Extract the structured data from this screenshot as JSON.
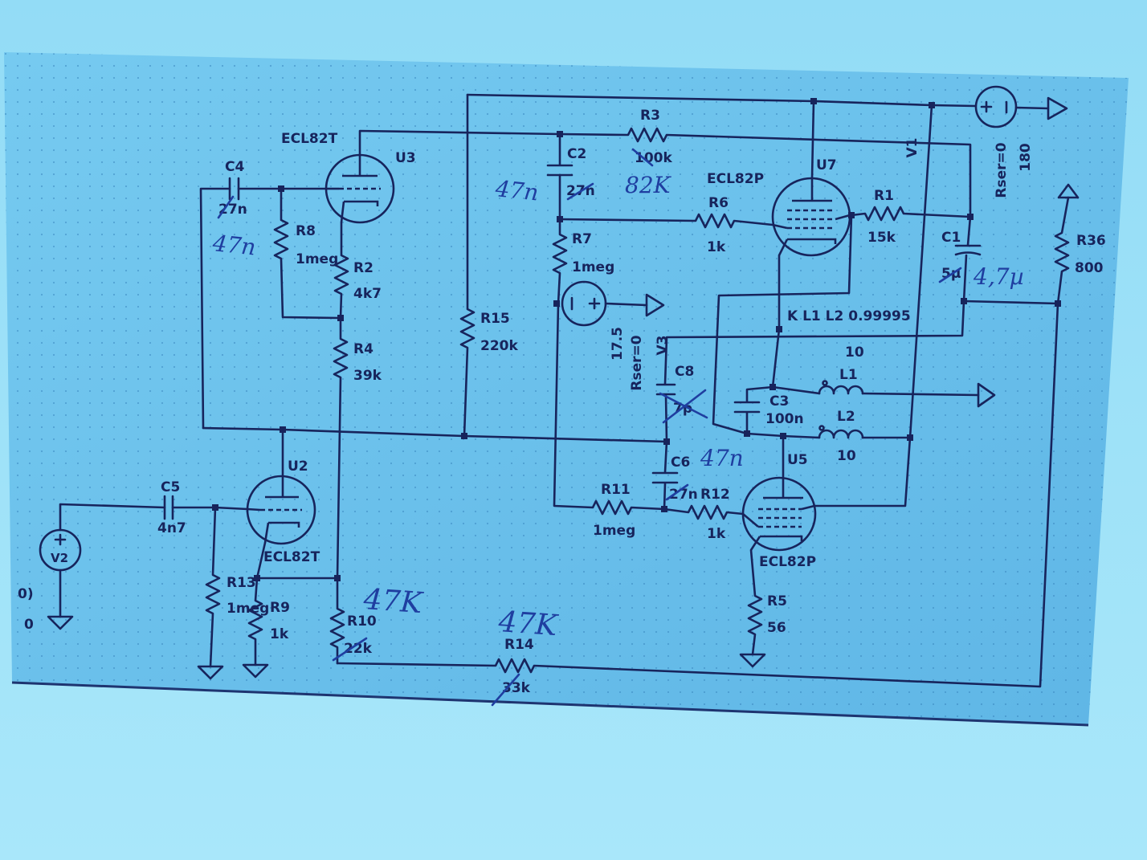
{
  "colors": {
    "ink": "#17245c",
    "handwriting": "#1f3ea0",
    "paper": "#6cc2ec",
    "background": "#95def7"
  },
  "left_edge": {
    "line1": "0)",
    "line2": "0"
  },
  "v2": {
    "ref": "V2"
  },
  "c5": {
    "ref": "C5",
    "value": "4n7"
  },
  "u2": {
    "ref": "U2",
    "model": "ECL82T"
  },
  "r13": {
    "ref": "R13",
    "value": "1meg"
  },
  "r9": {
    "ref": "R9",
    "value": "1k"
  },
  "r10": {
    "ref": "R10",
    "value_struck": "22k",
    "value_handwritten": "47K"
  },
  "r14": {
    "ref": "R14",
    "value_struck": "33k",
    "value_handwritten": "47K"
  },
  "u3": {
    "ref": "U3",
    "model": "ECL82T"
  },
  "c4": {
    "ref": "C4",
    "value_struck": "27n",
    "value_handwritten": "47n"
  },
  "r8": {
    "ref": "R8",
    "value": "1meg"
  },
  "r2": {
    "ref": "R2",
    "value": "4k7"
  },
  "r4": {
    "ref": "R4",
    "value": "39k"
  },
  "r15": {
    "ref": "R15",
    "value": "220k"
  },
  "c2": {
    "ref": "C2",
    "value_struck": "27n",
    "value_handwritten": "47n"
  },
  "r3": {
    "ref": "R3",
    "value_struck": "100k",
    "value_handwritten": "82K"
  },
  "r7": {
    "ref": "R7",
    "value": "1meg"
  },
  "v3": {
    "ref": "V3",
    "value": "17.5",
    "rser": "Rser=0"
  },
  "c8": {
    "ref": "C8",
    "value_struck": "7p"
  },
  "r11": {
    "ref": "R11",
    "value": "1meg"
  },
  "c6": {
    "ref": "C6",
    "value_struck": "27n",
    "value_handwritten": "47n"
  },
  "r12": {
    "ref": "R12",
    "value": "1k"
  },
  "u5": {
    "ref": "U5",
    "model": "ECL82P"
  },
  "r5": {
    "ref": "R5",
    "value": "56"
  },
  "u7": {
    "ref": "U7",
    "model": "ECL82P"
  },
  "r6": {
    "ref": "R6",
    "value": "1k"
  },
  "r1": {
    "ref": "R1",
    "value": "15k"
  },
  "c1": {
    "ref": "C1",
    "value_struck": "5µ",
    "value_handwritten": "4,7µ"
  },
  "c3": {
    "ref": "C3",
    "value": "100n"
  },
  "l1": {
    "ref": "L1",
    "value": "10"
  },
  "l2": {
    "ref": "L2",
    "value": "10"
  },
  "coupling": {
    "directive": "K L1 L2 0.99995"
  },
  "v1": {
    "ref": "V1",
    "value": "180",
    "rser": "Rser=0"
  },
  "r36": {
    "ref": "R36",
    "value": "800"
  }
}
